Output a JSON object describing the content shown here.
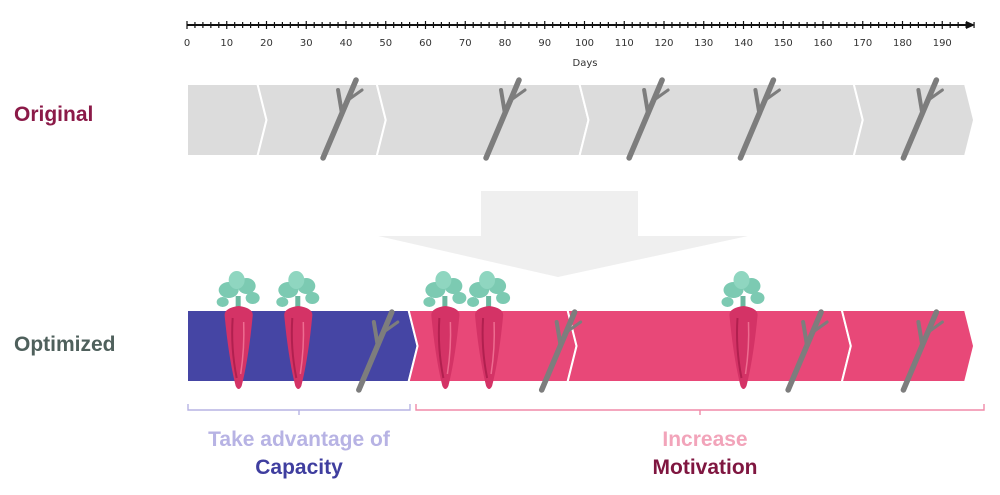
{
  "axis": {
    "title": "Days",
    "ticks": [
      0,
      10,
      20,
      30,
      40,
      50,
      60,
      70,
      80,
      90,
      100,
      110,
      120,
      130,
      140,
      150,
      160,
      170,
      180,
      190
    ],
    "max": 198
  },
  "rows": {
    "original": {
      "label": "Original",
      "color": "#dcdcdc",
      "segment_ends": [
        20,
        50,
        101,
        170,
        198
      ],
      "branch_days": [
        38,
        79,
        115,
        143,
        184
      ]
    },
    "optimized": {
      "label": "Optimized",
      "capacity_color": "#4545a4",
      "motivation_color": "#e84878",
      "segment_ends": [
        58,
        98,
        167,
        198
      ],
      "branch_days": [
        47,
        93,
        155,
        184
      ],
      "carrot_days": [
        13,
        28,
        65,
        76,
        140
      ]
    }
  },
  "captions": {
    "capacity": {
      "top": "Take advantage of",
      "bottom": "Capacity"
    },
    "motivation": {
      "top": "Increase",
      "bottom": "Motivation"
    }
  },
  "colors": {
    "arrow": "#efefef",
    "brace_capacity": "#b7b3e4",
    "brace_motivation": "#f08aa8"
  }
}
